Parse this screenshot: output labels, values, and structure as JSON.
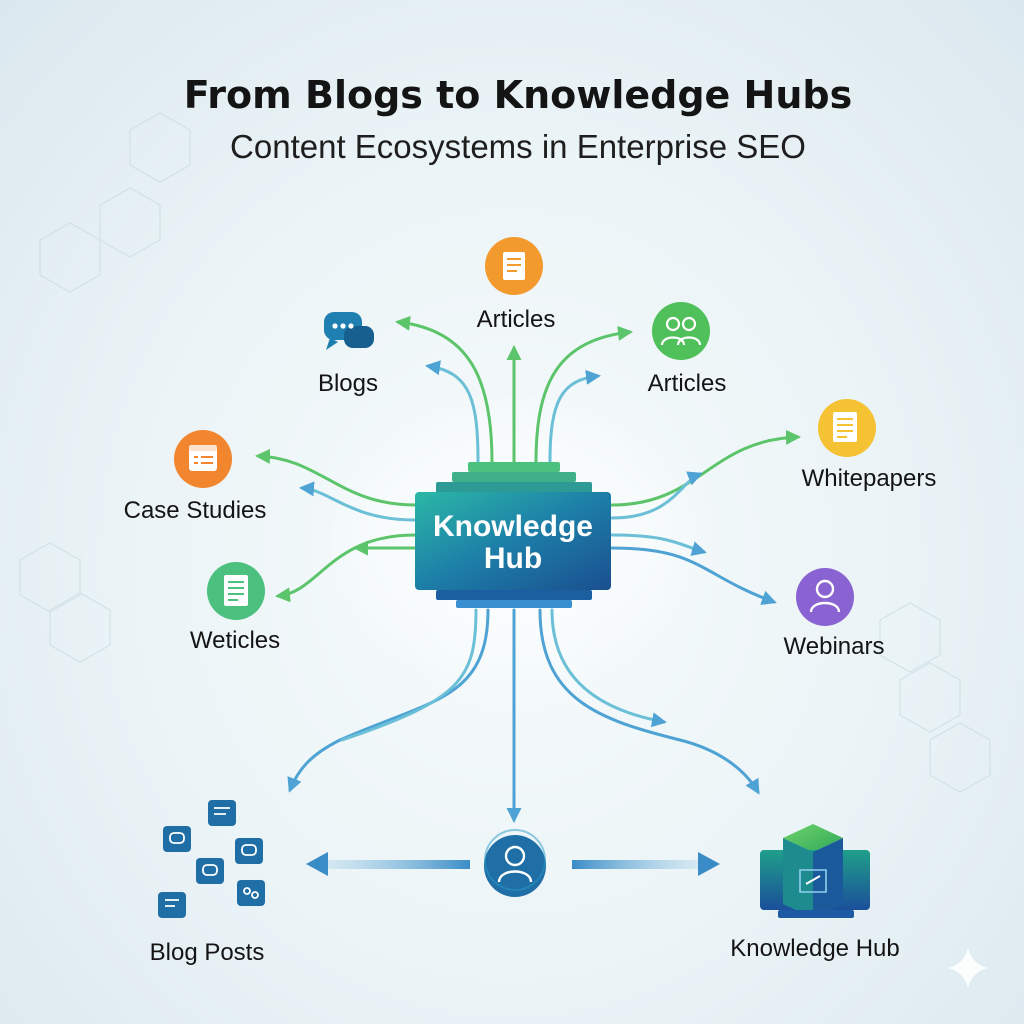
{
  "title": "From Blogs to Knowledge Hubs",
  "subtitle": "Content Ecosystems in Enterprise SEO",
  "hub": {
    "line1": "Knowledge",
    "line2": "Hub"
  },
  "nodes": {
    "articles_top": {
      "label": "Articles",
      "icon": "document-icon",
      "color": "#f39a2e"
    },
    "blogs": {
      "label": "Blogs",
      "icon": "chat-bubbles-icon",
      "color": "#1f7fb0"
    },
    "articles_right": {
      "label": "Articles",
      "icon": "people-icon",
      "color": "#4fc05a"
    },
    "whitepapers": {
      "label": "Whitepapers",
      "icon": "document-icon",
      "color": "#f5c233"
    },
    "case_studies": {
      "label": "Case Studies",
      "icon": "browser-window-icon",
      "color": "#f2862e"
    },
    "weticles": {
      "label": "Weticles",
      "icon": "document-icon",
      "color": "#4cc07f"
    },
    "webinars": {
      "label": "Webinars",
      "icon": "user-icon",
      "color": "#8a63d2"
    },
    "blog_posts": {
      "label": "Blog Posts",
      "icon": "chat-tiles-icon",
      "color": "#1f7fb0"
    },
    "knowledge_hub_bottom": {
      "label": "Knowledge Hub",
      "icon": "stacked-cube-icon",
      "color": "#1f9a8a"
    },
    "user_center": {
      "icon": "user-icon",
      "color": "#1f7fb0"
    }
  },
  "colors": {
    "green_flow": "#5cc46a",
    "blue_flow": "#4ea3d4",
    "hub_dark": "#1a5a96",
    "hub_light": "#27a9a0"
  }
}
